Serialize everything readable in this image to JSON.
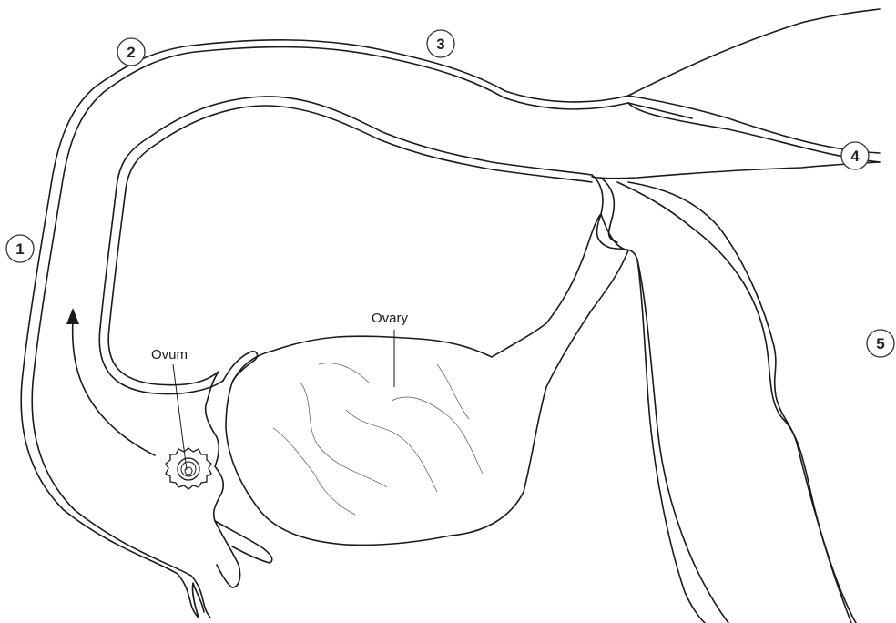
{
  "labels": {
    "ovary": "Ovary",
    "ovum": "Ovum"
  },
  "markers": {
    "m1": "1",
    "m2": "2",
    "m3": "3",
    "m4": "4",
    "m5": "5"
  }
}
